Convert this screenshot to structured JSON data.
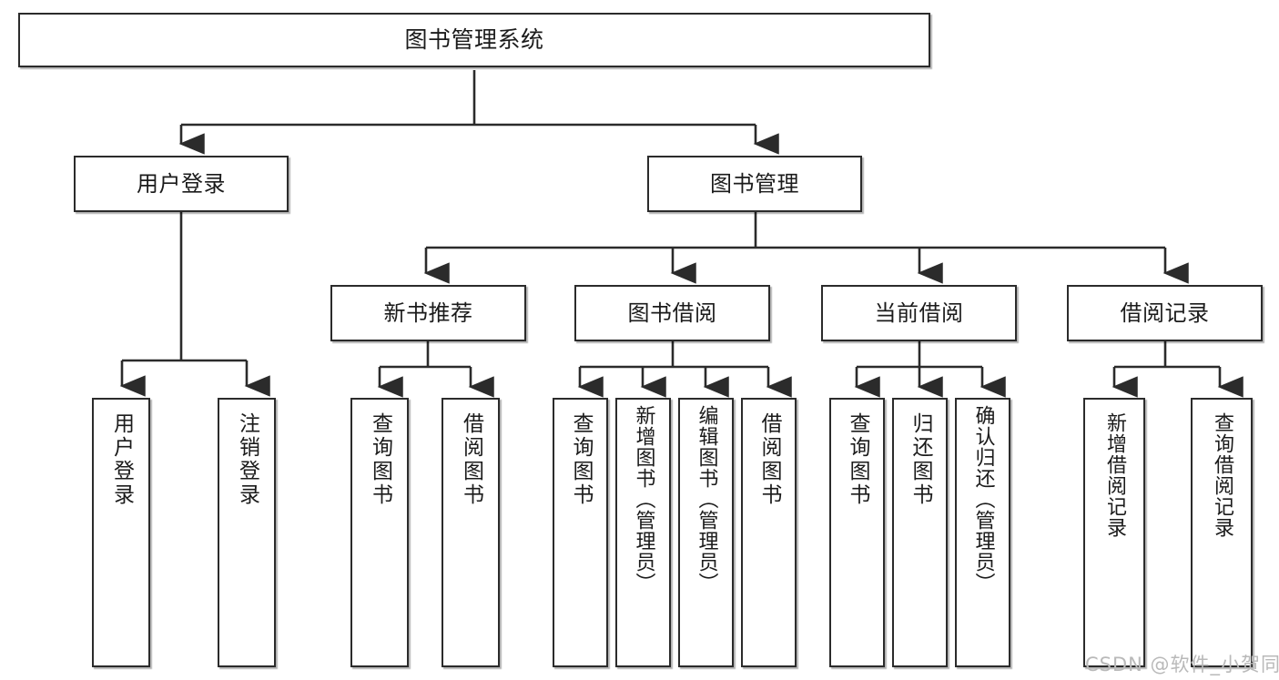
{
  "diagram": {
    "type": "tree-hierarchy",
    "title": "图书管理系统",
    "watermark": "CSDN @软件_小贺同学",
    "colors": {
      "stroke": "#2b2b2b",
      "fill": "#ffffff",
      "text": "#1b1b1b",
      "watermark": "#b9b9b9"
    },
    "nodes": {
      "root": {
        "label": "图书管理系统"
      },
      "level2": [
        {
          "id": "user-login",
          "label": "用户登录"
        },
        {
          "id": "book-manage",
          "label": "图书管理"
        }
      ],
      "level3": [
        {
          "id": "new-book-recommend",
          "label": "新书推荐"
        },
        {
          "id": "book-borrow",
          "label": "图书借阅"
        },
        {
          "id": "current-borrow",
          "label": "当前借阅"
        },
        {
          "id": "borrow-record",
          "label": "借阅记录"
        }
      ],
      "leaves": {
        "user_login": [
          {
            "id": "leaf-user-login",
            "label": "用户登录"
          },
          {
            "id": "leaf-logout-login",
            "label": "注销登录"
          }
        ],
        "new_book_recommend": [
          {
            "id": "leaf-query-book-1",
            "label": "查询图书"
          },
          {
            "id": "leaf-borrow-book-1",
            "label": "借阅图书"
          }
        ],
        "book_borrow": [
          {
            "id": "leaf-query-book-2",
            "label": "查询图书"
          },
          {
            "id": "leaf-add-book",
            "label": "新增图书（管理员）"
          },
          {
            "id": "leaf-edit-book",
            "label": "编辑图书（管理员）"
          },
          {
            "id": "leaf-borrow-book-2",
            "label": "借阅图书"
          }
        ],
        "current_borrow": [
          {
            "id": "leaf-query-book-3",
            "label": "查询图书"
          },
          {
            "id": "leaf-return-book",
            "label": "归还图书"
          },
          {
            "id": "leaf-confirm-return",
            "label": "确认归还（管理员）"
          }
        ],
        "borrow_record": [
          {
            "id": "leaf-add-record",
            "label": "新增借阅记录"
          },
          {
            "id": "leaf-query-record",
            "label": "查询借阅记录"
          }
        ]
      }
    }
  }
}
